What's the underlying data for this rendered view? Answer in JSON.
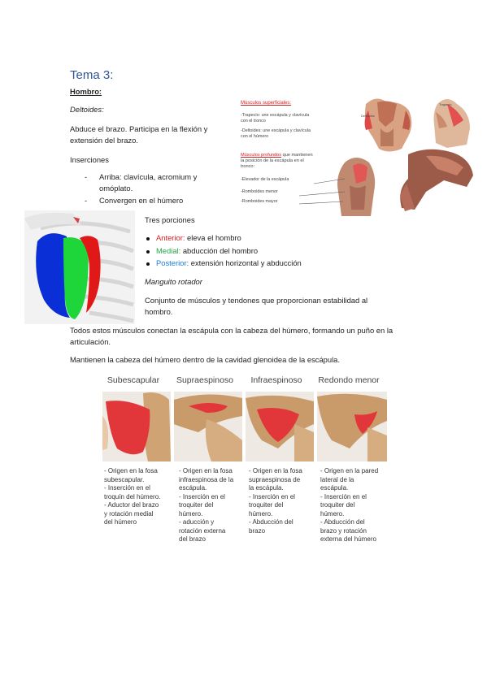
{
  "title": "Tema 3:",
  "section": "Hombro:",
  "subsection": "Deltoides:",
  "deltoid_desc": [
    "Abduce el brazo. Participa en la flexión y",
    "extensión del brazo."
  ],
  "inserciones_label": "Inserciones",
  "inserciones": [
    "Arriba: clavícula, acromium y",
    "omóplato.",
    "Convergen en el húmero"
  ],
  "porciones_label": "Tres porciones",
  "porciones": [
    {
      "name": "Anterior:",
      "desc": "eleva el hombro",
      "color": "#e02020"
    },
    {
      "name": "Medial:",
      "desc": "abducción del hombro",
      "color": "#28a745"
    },
    {
      "name": "Posterior:",
      "desc": "extensión horizontal y abducción",
      "color": "#1f7bd4"
    }
  ],
  "manguito_label": "Manguito rotador",
  "manguito_desc": [
    "Conjunto de músculos y tendones que proporcionan estabilidad al",
    "hombro."
  ],
  "para1": [
    "Todos estos músculos conectan la escápula con la cabeza del húmero, formando un puño en la",
    "articulación."
  ],
  "para2": "Mantienen la cabeza del húmero dentro de la cavidad glenoidea de la escápula.",
  "figure_top": {
    "superficiales_title": "Músculos superficiales:",
    "trapecio": [
      "-Trapecio: une escápula y clavícula",
      "con el tronco"
    ],
    "deltoides": [
      "-Deltoides: une escápula y clavícula",
      "con el húmero"
    ],
    "profundos_title": "Músculos profundos",
    "profundos_rest": [
      "que mantienen",
      "la posición de la escápula en el",
      "tronco:"
    ],
    "items": [
      "-Elevador de la escápula",
      "-Romboides menor",
      "-Romboides mayor"
    ],
    "small_labels": [
      "Deltoides",
      "Trapecio"
    ]
  },
  "rotator": [
    {
      "name": "Subescapular",
      "lines": [
        "- Origen en la fosa",
        "subescapular.",
        "- Inserción en el",
        "troquín del húmero.",
        "- Aductor del brazo",
        "y rotación medial",
        "del húmero"
      ]
    },
    {
      "name": "Supraespinoso",
      "lines": [
        "- Origen en la fosa",
        "infraespinosa de la",
        "escápula.",
        "- Inserción en el",
        "troquiter del",
        "húmero.",
        "- aducción y",
        "rotación externa",
        "del brazo"
      ]
    },
    {
      "name": "Infraespinoso",
      "lines": [
        "- Origen en la fosa",
        "supraespinosa de",
        "la escápula.",
        "- Inserción en el",
        "troquiter del",
        "húmero.",
        "- Abducción del",
        "brazo"
      ]
    },
    {
      "name": "Redondo menor",
      "lines": [
        "- Origen en la pared",
        "lateral de la",
        "escápula.",
        "- Inserción en el",
        "troquiter del",
        "húmero.",
        "- Abducción del",
        "brazo y rotación",
        "externa del húmero"
      ]
    }
  ]
}
